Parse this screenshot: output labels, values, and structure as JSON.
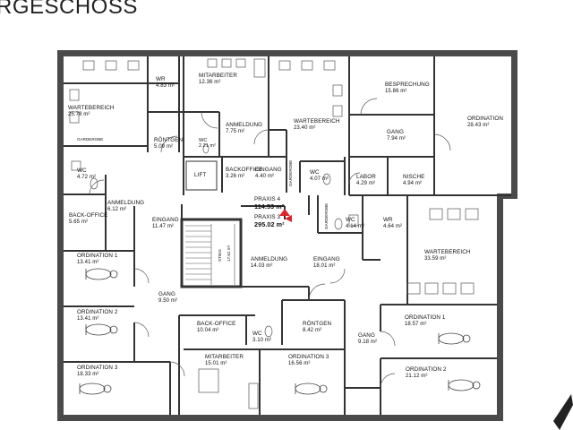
{
  "header": {
    "title": "RGESCHOSS"
  },
  "rooms": [
    {
      "id": "wr-top",
      "name": "WR",
      "area": "4.83 m²"
    },
    {
      "id": "wartebereich-left",
      "name": "WARTEBEREICH",
      "area": "25.78 m²"
    },
    {
      "id": "garderobe-left",
      "name": "GARDEROBE",
      "area": ""
    },
    {
      "id": "mitarbeiter-top",
      "name": "MITARBEITER",
      "area": "12.36 m²"
    },
    {
      "id": "anmeldung-top",
      "name": "ANMELDUNG",
      "area": "7.75 m²"
    },
    {
      "id": "roentgen-top",
      "name": "RÖNTGEN",
      "area": "5.09 m²"
    },
    {
      "id": "wc-small",
      "name": "WC",
      "area": "2.21 m²"
    },
    {
      "id": "wartebereich-mid",
      "name": "WARTEBEREICH",
      "area": "23.40 m²"
    },
    {
      "id": "besprechung",
      "name": "BESPRECHUNG",
      "area": "15.86 m²"
    },
    {
      "id": "gang-top",
      "name": "GANG",
      "area": "7.94 m²"
    },
    {
      "id": "ordination-right-top",
      "name": "ORDINATION",
      "area": "28.43 m²"
    },
    {
      "id": "wc-left",
      "name": "WC",
      "area": "4.72 m²"
    },
    {
      "id": "lift",
      "name": "LIFT",
      "area": ""
    },
    {
      "id": "backoffice-top",
      "name": "BACKOFFICE",
      "area": "3.26 m²"
    },
    {
      "id": "eingang-top",
      "name": "EINGANG",
      "area": "4.40 m²"
    },
    {
      "id": "garderobe-vert-1",
      "name": "GARDEROBE",
      "area": ""
    },
    {
      "id": "wc-mid",
      "name": "WC",
      "area": "4.07 m²"
    },
    {
      "id": "labor",
      "name": "LABOR",
      "area": "4.29 m²"
    },
    {
      "id": "nische",
      "name": "NISCHE",
      "area": "4.94 m²"
    },
    {
      "id": "anmeldung-left",
      "name": "ANMELDUNG",
      "area": "6.12 m²"
    },
    {
      "id": "back-office-left",
      "name": "BACK-OFFICE",
      "area": "5.65 m²"
    },
    {
      "id": "eingang-left",
      "name": "EINGANG",
      "area": "11.47 m²"
    },
    {
      "id": "garderobe-vert-2",
      "name": "GARDEROBE",
      "area": ""
    },
    {
      "id": "wc-right",
      "name": "WC",
      "area": "4.14 m²"
    },
    {
      "id": "wr-right",
      "name": "WR",
      "area": "4.64 m²"
    },
    {
      "id": "wartebereich-right",
      "name": "WARTEBEREICH",
      "area": "33.59 m²"
    },
    {
      "id": "stieg",
      "name": "STIEG",
      "area": "17.62 m²"
    },
    {
      "id": "anmeldung-mid",
      "name": "ANMELDUNG",
      "area": "14.03 m²"
    },
    {
      "id": "eingang-mid",
      "name": "EINGANG",
      "area": "18.01 m²"
    },
    {
      "id": "ordination-1-left",
      "name": "ORDINATION 1",
      "area": "13.41 m²"
    },
    {
      "id": "ordination-2-left",
      "name": "ORDINATION 2",
      "area": "13.41 m²"
    },
    {
      "id": "gang-left",
      "name": "GANG",
      "area": "9.50 m²"
    },
    {
      "id": "roentgen-mid",
      "name": "RÖNTGEN",
      "area": "8.42 m²"
    },
    {
      "id": "back-office-mid",
      "name": "BACK-OFFICE",
      "area": "10.04 m²"
    },
    {
      "id": "wc-bottom",
      "name": "WC",
      "area": "3.10 m²"
    },
    {
      "id": "ordination-1-right",
      "name": "ORDINATION 1",
      "area": "18.57 m²"
    },
    {
      "id": "gang-right",
      "name": "GANG",
      "area": "9.18 m²"
    },
    {
      "id": "ordination-3-left",
      "name": "ORDINATION 3",
      "area": "18.33 m²"
    },
    {
      "id": "mitarbeiter-bottom",
      "name": "MITARBEITER",
      "area": "15.01 m²"
    },
    {
      "id": "ordination-3-mid",
      "name": "ORDINATION 3",
      "area": "16.56 m²"
    },
    {
      "id": "ordination-2-right",
      "name": "ORDINATION 2",
      "area": "21.12 m²"
    }
  ],
  "practices": [
    {
      "id": "praxis-4",
      "name": "PRAXIS 4",
      "area": "114.53 m²"
    },
    {
      "id": "praxis-3",
      "name": "PRAXIS 3",
      "area": "295.02 m²"
    }
  ],
  "colors": {
    "wall": "#444444",
    "praxis_marker": "#e0222a",
    "line": "#333333"
  }
}
